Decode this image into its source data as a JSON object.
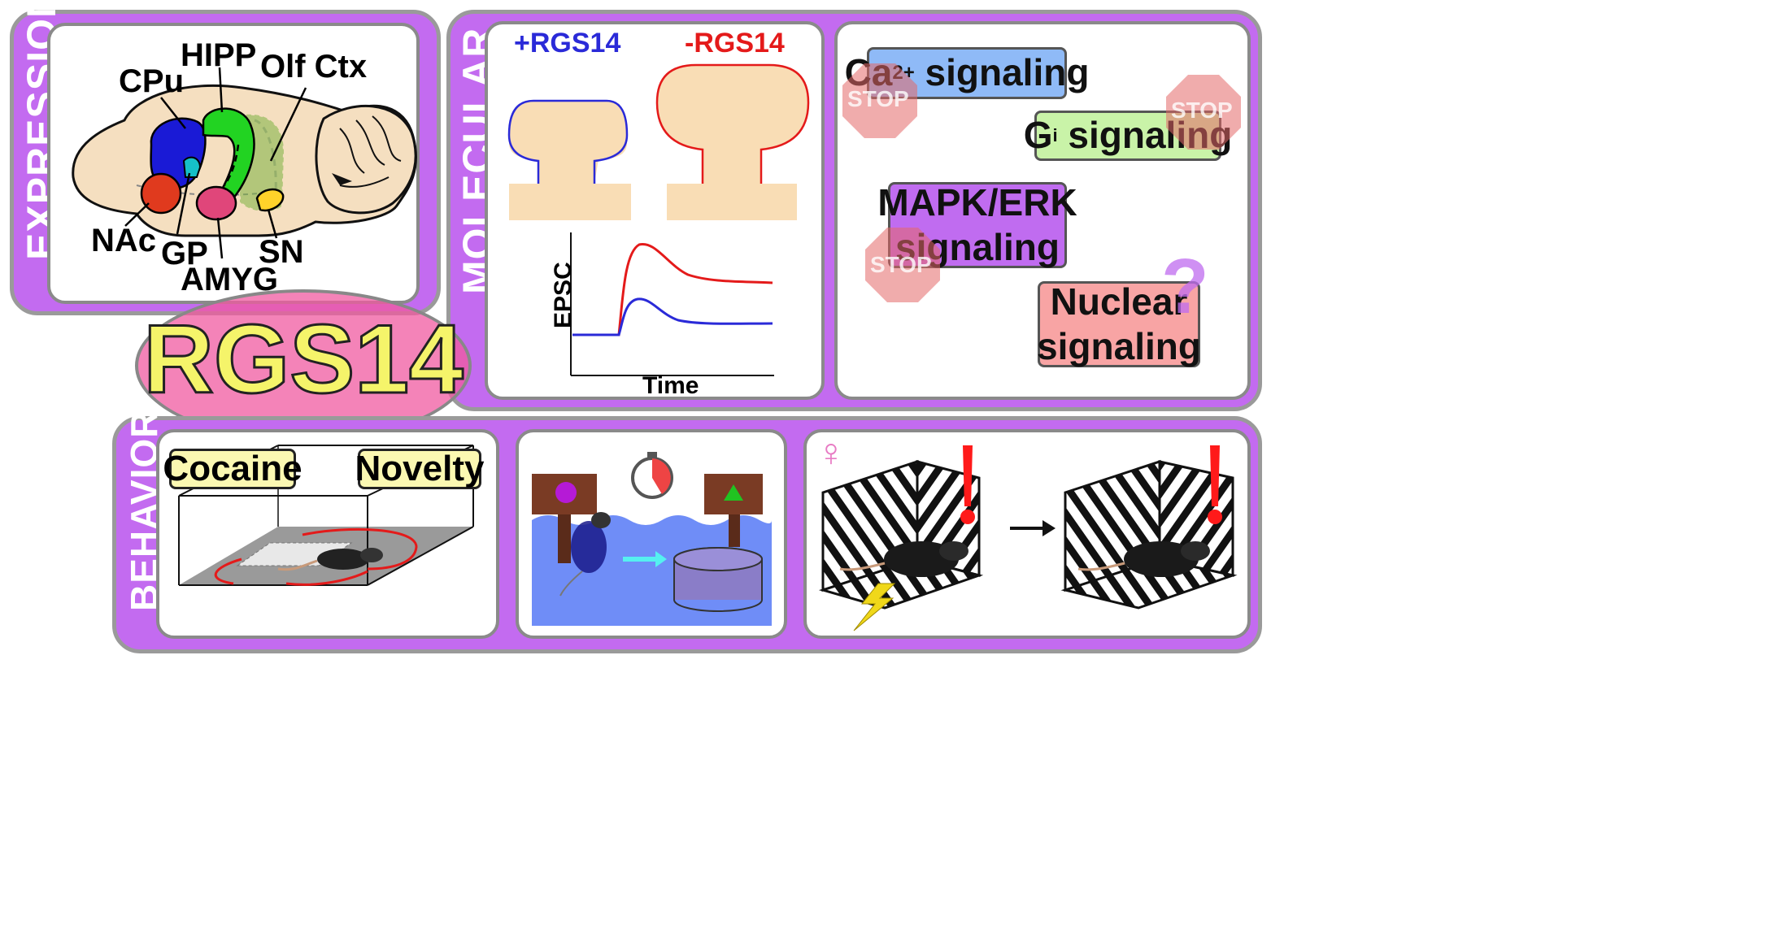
{
  "panels": {
    "expression": "EXPRESSION",
    "molecular": "MOLECULAR",
    "behavior": "BEHAVIOR"
  },
  "title": "RGS14",
  "brain_regions": {
    "cpu": "CPu",
    "hipp": "HIPP",
    "olf_ctx": "Olf Ctx",
    "nac": "NAc",
    "gp": "GP",
    "amyg": "AMYG",
    "sn": "SN"
  },
  "spine": {
    "plus_label": "+RGS14",
    "minus_label": "-RGS14",
    "plus_color": "#2a2ad8",
    "minus_color": "#e41a1a"
  },
  "epsc_chart": {
    "ylabel": "EPSC",
    "xlabel": "Time"
  },
  "signaling": {
    "ca_prefix": "Ca",
    "ca_superscript": "2+",
    "ca_suffix": " signaling",
    "gi_prefix": "G",
    "gi_subscript": "i",
    "gi_suffix": " signaling",
    "mapk_line1": "MAPK/ERK",
    "mapk_line2": "signaling",
    "nuclear_line1": "Nuclear",
    "nuclear_line2": "signaling",
    "stop_text": "STOP",
    "question": "?"
  },
  "behavior": {
    "cocaine": "Cocaine",
    "novelty": "Novelty",
    "female_symbol": "♀"
  },
  "colors": {
    "panel": "#c36bf0",
    "ca_box": "#8fbaf7",
    "gi_box": "#c9f3a8",
    "mapk_box": "#c06cf0",
    "nuclear_box": "#f8a4a4",
    "water": "#6f8df7"
  }
}
